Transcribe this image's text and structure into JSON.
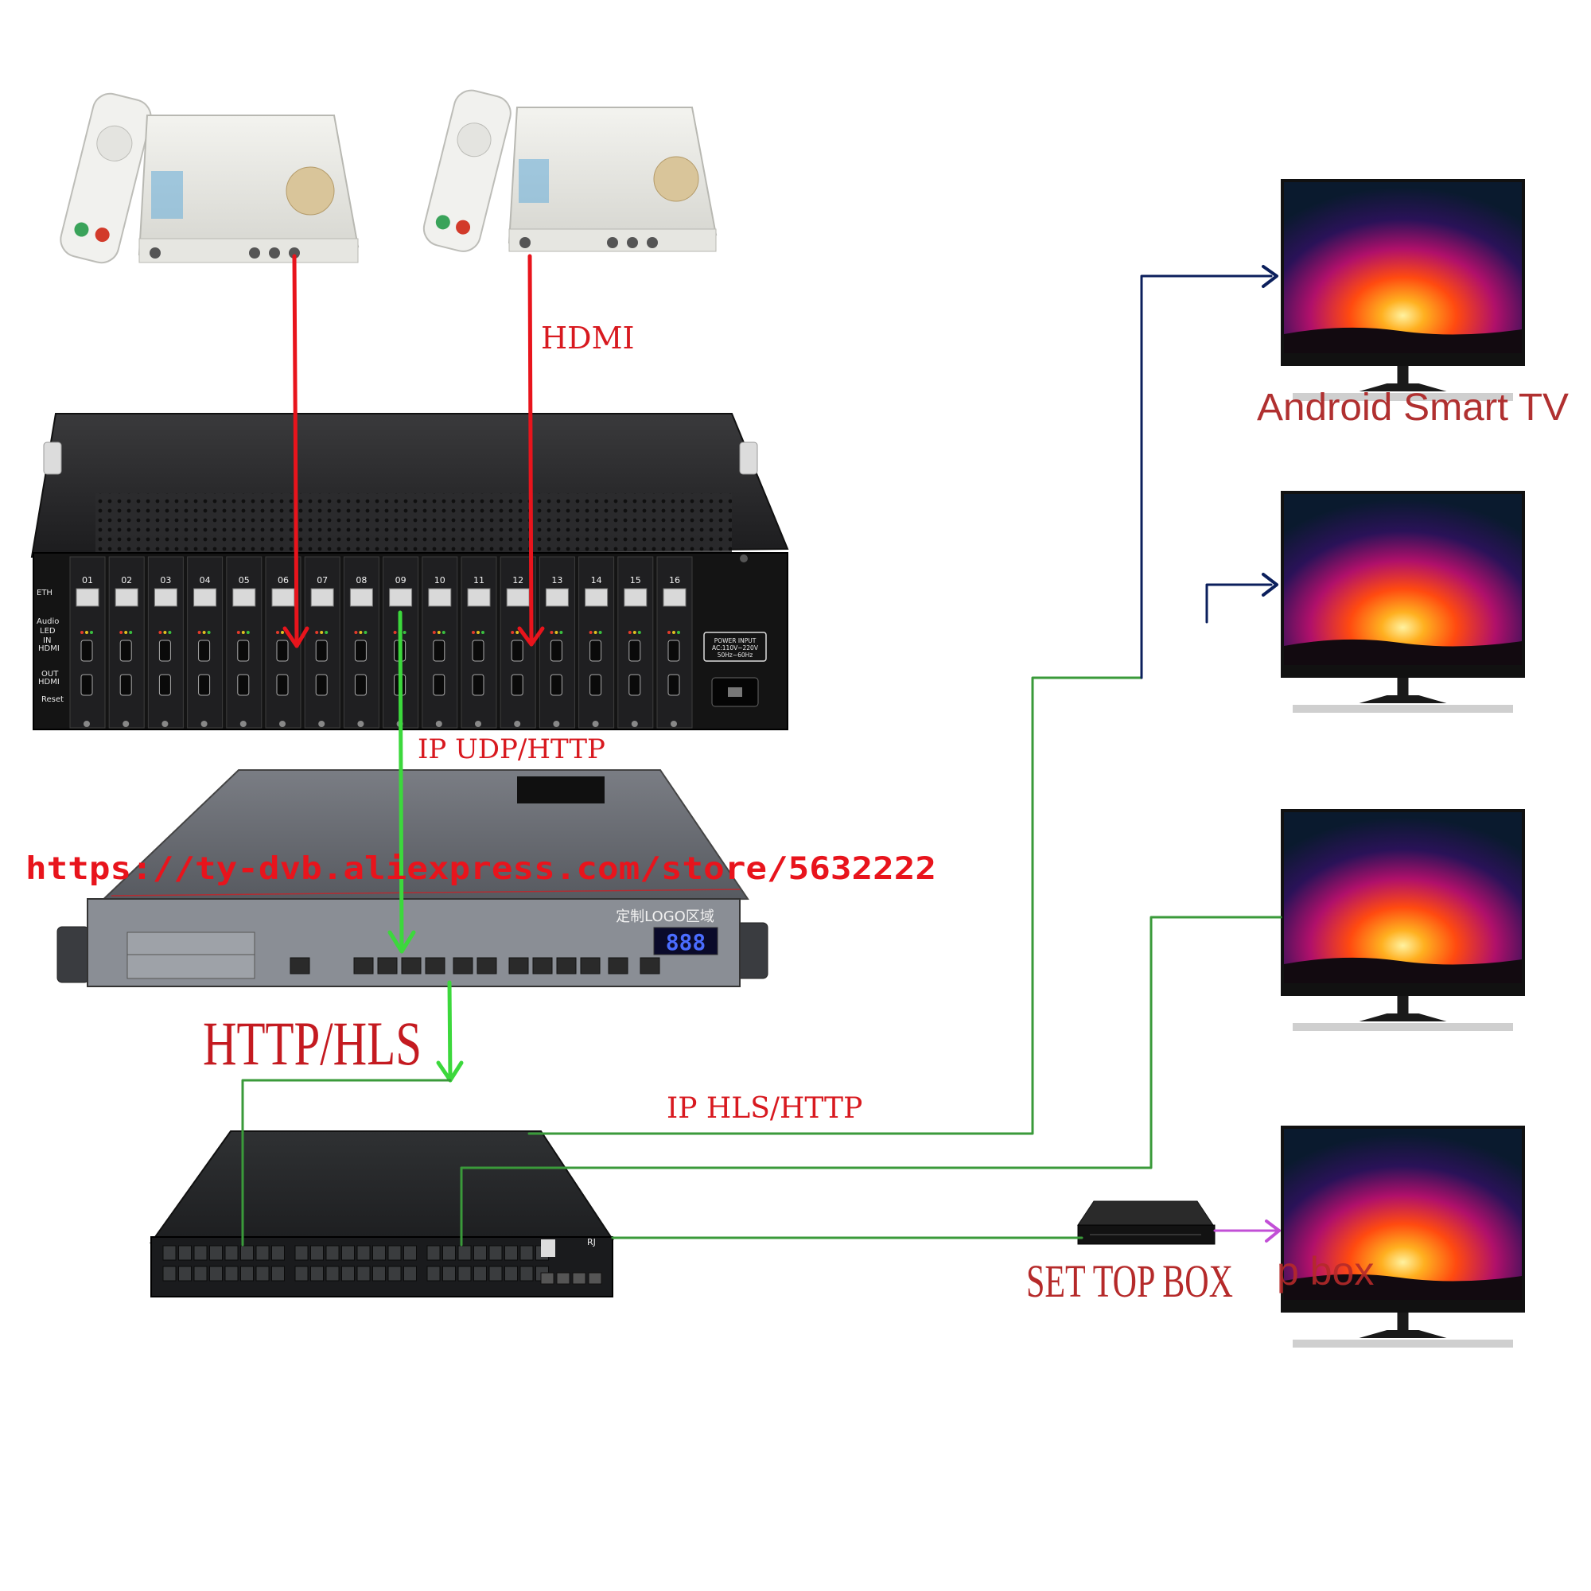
{
  "labels": {
    "hdmi": "HDMI",
    "ip_udp_http": "IP UDP/HTTP",
    "url": "https://ty-dvb.aliexpress.com/store/5632222",
    "http_hls": "HTTP/HLS",
    "ip_hls_http": "IP HLS/HTTP",
    "android_smart_tv": "Android Smart TV",
    "set_top_box": "SET TOP BOX",
    "set_top_box_partial": "p box"
  },
  "encoder": {
    "port_numbers": [
      "01",
      "02",
      "03",
      "04",
      "05",
      "06",
      "07",
      "08",
      "09",
      "10",
      "11",
      "12",
      "13",
      "14",
      "15",
      "16"
    ],
    "side_labels": [
      "ETH",
      "Audio",
      "LED",
      "IN",
      "HDMI",
      "OUT",
      "HDMI",
      "Reset"
    ],
    "power_label": [
      "POWER INPUT",
      "AC:110V~220V",
      "50Hz~60Hz"
    ]
  },
  "server": {
    "display_value": "888",
    "logo_area": "定制LOGO区域"
  },
  "colors": {
    "hdmi_line": "#e8141c",
    "green_line": "#3cd83c",
    "network_line": "#3a9a3a",
    "blue_line": "#0b1f5c",
    "magenta_line": "#c24fd6",
    "label_red": "#d8191f"
  }
}
